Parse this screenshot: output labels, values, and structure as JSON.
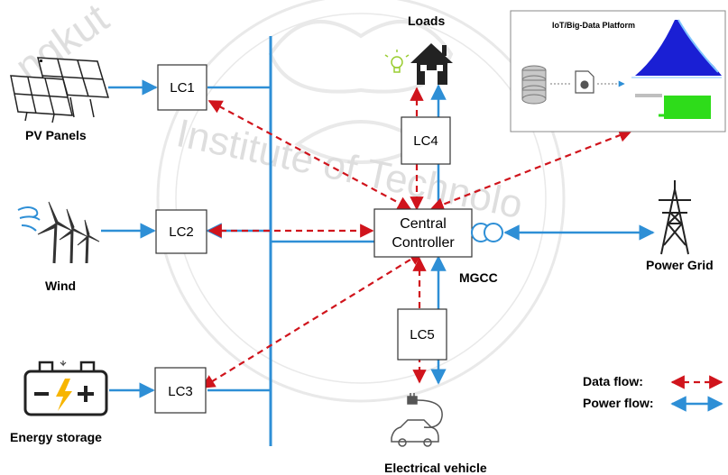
{
  "sources": {
    "pv": "PV Panels",
    "wind": "Wind",
    "storage": "Energy storage"
  },
  "loads": "Loads",
  "controllers": {
    "lc1": "LC1",
    "lc2": "LC2",
    "lc3": "LC3",
    "lc4": "LC4",
    "lc5": "LC5"
  },
  "central": {
    "line1": "Central",
    "line2": "Controller",
    "acronym": "MGCC"
  },
  "grid": "Power Grid",
  "ev": "Electrical vehicle",
  "platform": {
    "title": "IoT/Big-Data Platform"
  },
  "legend": {
    "data_flow": "Data flow:",
    "power_flow": "Power flow:"
  },
  "watermark": {
    "left": "ngkut",
    "middle": "Institute of Technolo"
  },
  "colors": {
    "power_line": "#2e8fd6",
    "data_line": "#d0141c",
    "bus": "#2e8fd6",
    "chart_blue": "#1a1fd4",
    "chart_green": "#2edc1a"
  }
}
